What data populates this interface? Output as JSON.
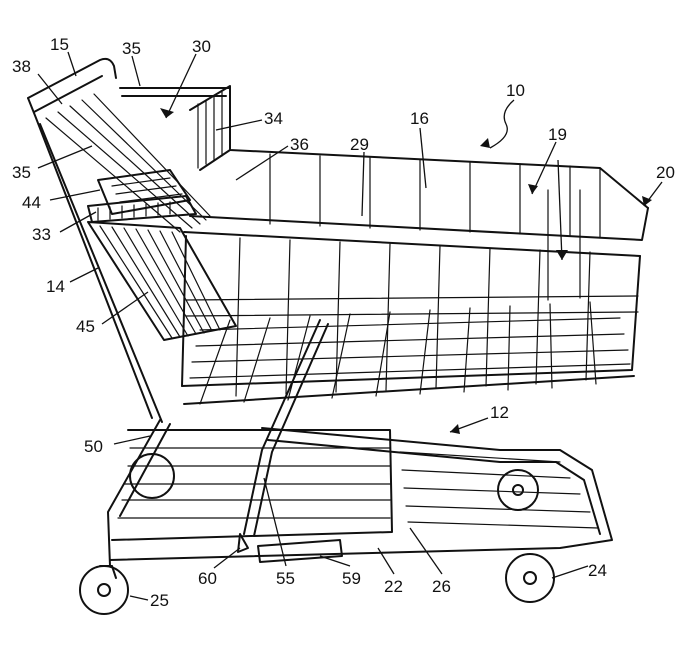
{
  "figure": {
    "ref_labels": [
      "15",
      "35",
      "30",
      "38",
      "10",
      "34",
      "36",
      "16",
      "29",
      "19",
      "35",
      "20",
      "44",
      "33",
      "14",
      "45",
      "12",
      "50",
      "60",
      "55",
      "59",
      "22",
      "26",
      "24",
      "25"
    ]
  }
}
